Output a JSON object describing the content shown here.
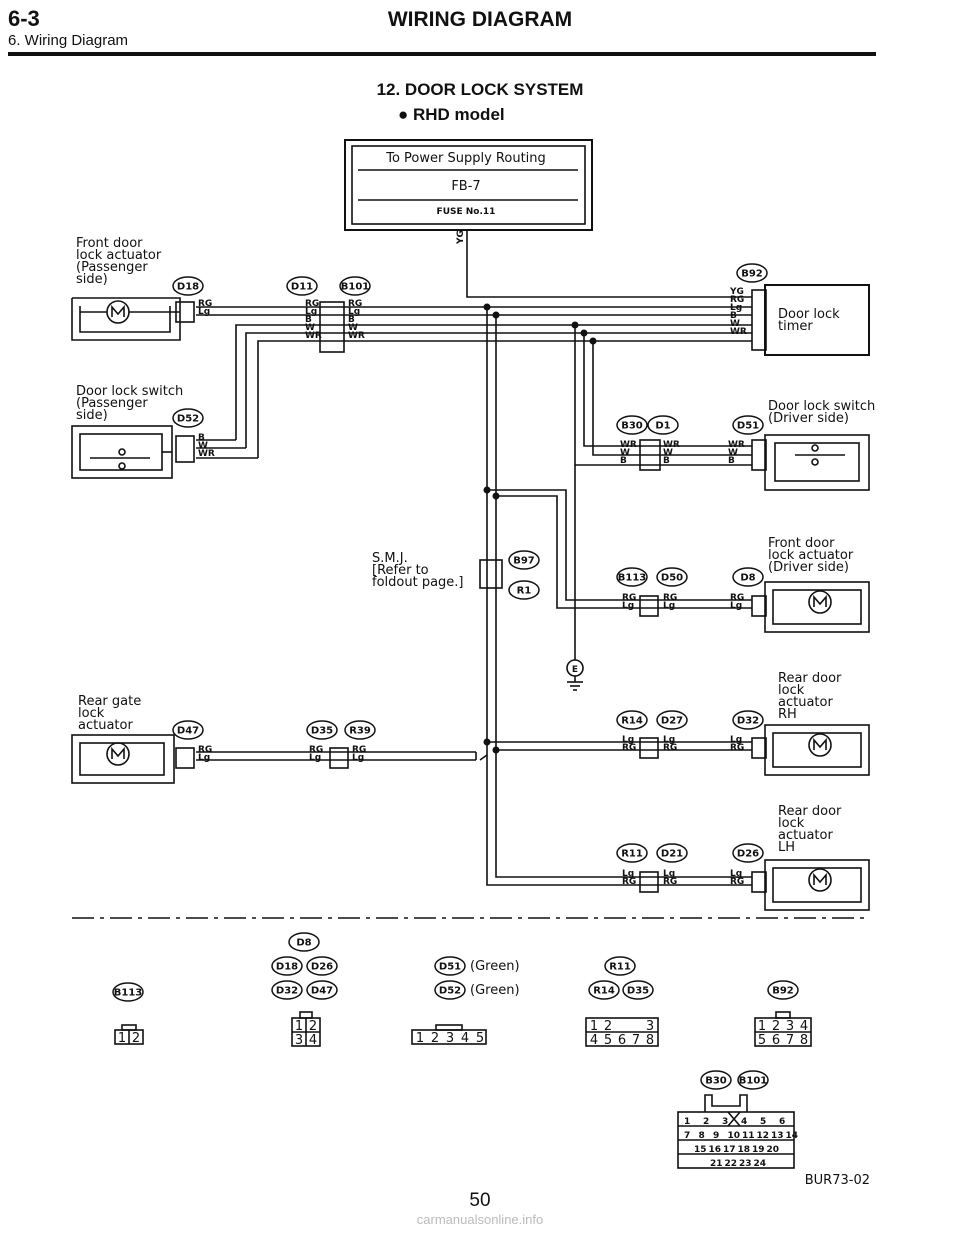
{
  "header": {
    "section": "6-3",
    "subtitle": "6. Wiring Diagram",
    "title": "WIRING DIAGRAM"
  },
  "diagram": {
    "title": "12. DOOR LOCK SYSTEM",
    "subtitle": "RHD model",
    "power": {
      "line1": "To Power Supply Routing",
      "line2": "FB-7",
      "line3": "FUSE No.11"
    },
    "labels": {
      "front_door_pass": [
        "Front door",
        "lock actuator",
        "(Passenger",
        "side)"
      ],
      "switch_pass": [
        "Door lock switch",
        "(Passenger",
        "side)"
      ],
      "timer": [
        "Door lock",
        "timer"
      ],
      "switch_drv": [
        "Door lock switch",
        "(Driver side)"
      ],
      "front_door_drv": [
        "Front door",
        "lock actuator",
        "(Driver side)"
      ],
      "smj": [
        "S.M.J.",
        "[Refer to",
        "foldout page.]"
      ],
      "rear_gate": [
        "Rear gate",
        "lock",
        "actuator"
      ],
      "rear_rh": [
        "Rear door",
        "lock",
        "actuator",
        "RH"
      ],
      "rear_lh": [
        "Rear door",
        "lock",
        "actuator",
        "LH"
      ]
    },
    "connectors": [
      "D18",
      "D11",
      "B101",
      "B92",
      "D52",
      "B30",
      "D1",
      "D51",
      "B97",
      "R1",
      "B113",
      "D50",
      "D8",
      "D47",
      "D35",
      "R39",
      "R14",
      "D27",
      "D32",
      "R11",
      "D21",
      "D26"
    ],
    "wire_colors": [
      "YG",
      "RG",
      "Lg",
      "B",
      "W",
      "WR"
    ],
    "ground": "E",
    "legend": {
      "green": "(Green)",
      "connectors": [
        "B113",
        "D8",
        "D18",
        "D26",
        "D32",
        "D47",
        "D51",
        "D52",
        "R11",
        "R14",
        "D35",
        "B92",
        "B30",
        "B101"
      ],
      "pins_2": [
        "1",
        "2"
      ],
      "pins_4": [
        "1",
        "2",
        "3",
        "4"
      ],
      "pins_5": [
        "1",
        "2",
        "3",
        "4",
        "5"
      ],
      "pins_8": [
        "1",
        "2",
        "3",
        "4",
        "5",
        "6",
        "7",
        "8"
      ],
      "pins_24": [
        "1",
        "2",
        "3",
        "4",
        "5",
        "6",
        "7",
        "8",
        "9",
        "10",
        "11",
        "12",
        "13",
        "14",
        "15",
        "16",
        "17",
        "18",
        "19",
        "20",
        "21",
        "22",
        "23",
        "24"
      ]
    },
    "code": "BUR73-02"
  },
  "page": {
    "number": "50",
    "footer": "carmanualsonline.info"
  }
}
